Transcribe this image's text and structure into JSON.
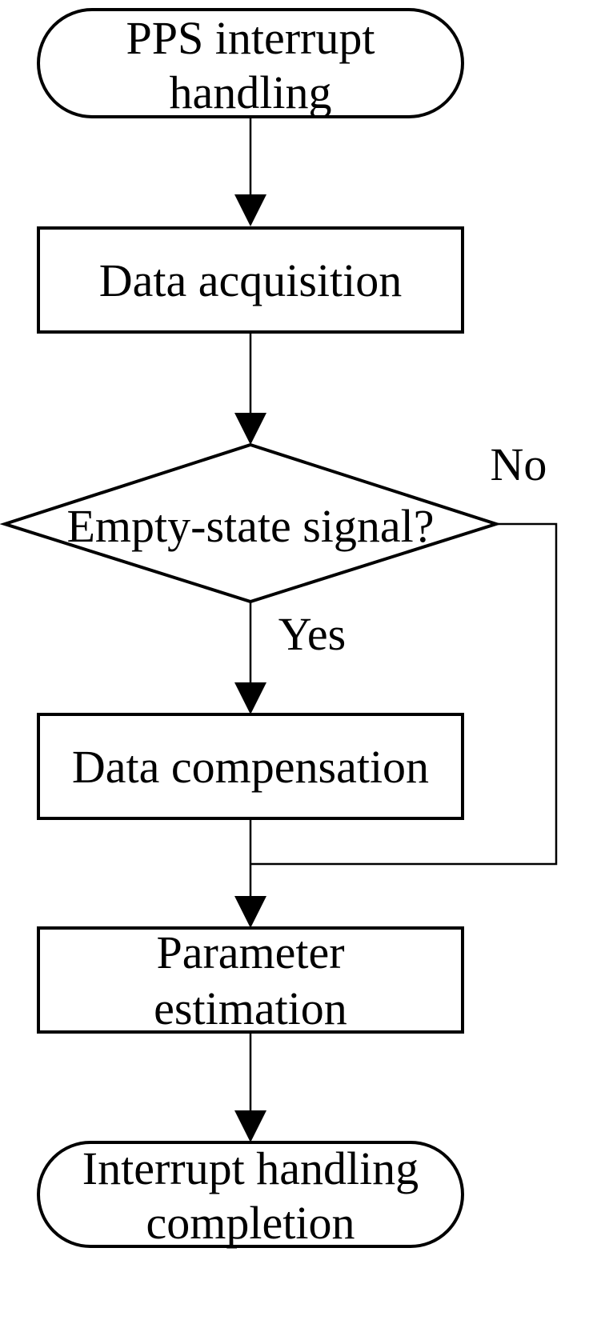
{
  "nodes": {
    "start": {
      "line1": "PPS interrupt",
      "line2": "handling"
    },
    "data_acquisition": {
      "label": "Data acquisition"
    },
    "decision": {
      "label": "Empty-state signal?"
    },
    "data_compensation": {
      "label": "Data compensation"
    },
    "parameter_estimation": {
      "line1": "Parameter",
      "line2": "estimation"
    },
    "end": {
      "line1": "Interrupt handling",
      "line2": "completion"
    }
  },
  "edges": {
    "yes_label": "Yes",
    "no_label": "No"
  }
}
